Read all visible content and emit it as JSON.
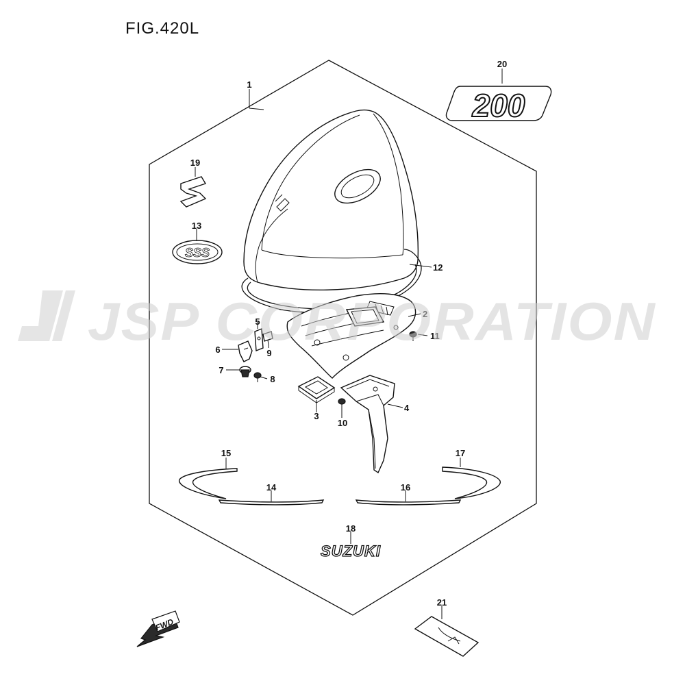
{
  "figure_title": "FIG.420L",
  "watermark": "JSP CORPORATION",
  "decal_200": "200",
  "decal_suzuki": "SUZUKI",
  "decal_sss": "SSS",
  "fwd_label": "FWD",
  "callouts": {
    "c1": "1",
    "c2": "2",
    "c3": "3",
    "c4": "4",
    "c5": "5",
    "c6": "6",
    "c7": "7",
    "c8": "8",
    "c9": "9",
    "c10": "10",
    "c11": "11",
    "c12": "12",
    "c13": "13",
    "c14": "14",
    "c15": "15",
    "c16": "16",
    "c17": "17",
    "c18": "18",
    "c19": "19",
    "c20": "20",
    "c21": "21"
  }
}
